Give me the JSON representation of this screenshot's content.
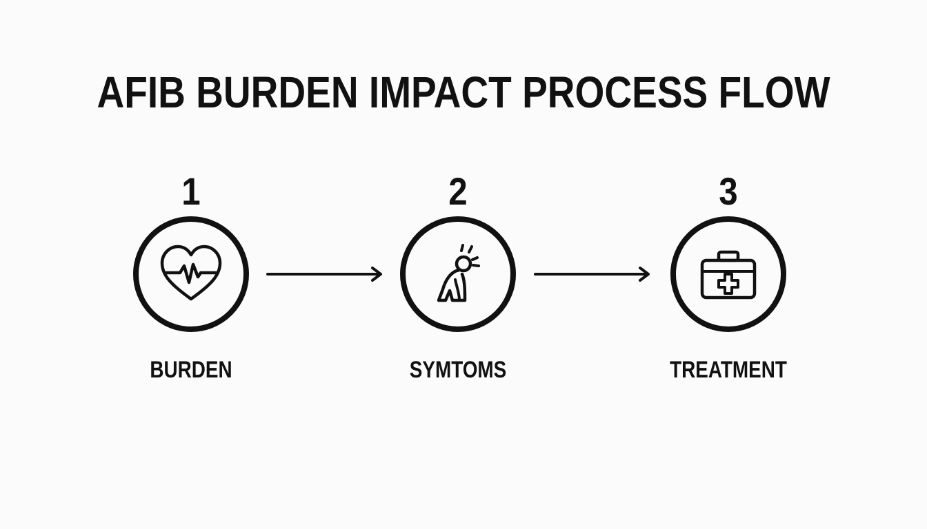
{
  "title": "AFIB BURDEN IMPACT PROCESS FLOW",
  "steps": [
    {
      "number": "1",
      "label": "BURDEN",
      "icon": "heart-pulse-icon"
    },
    {
      "number": "2",
      "label": "SYMTOMS",
      "icon": "person-pain-icon"
    },
    {
      "number": "3",
      "label": "TREATMENT",
      "icon": "medical-kit-icon"
    }
  ],
  "colors": {
    "stroke": "#111111",
    "background": "#fbfbfb"
  }
}
